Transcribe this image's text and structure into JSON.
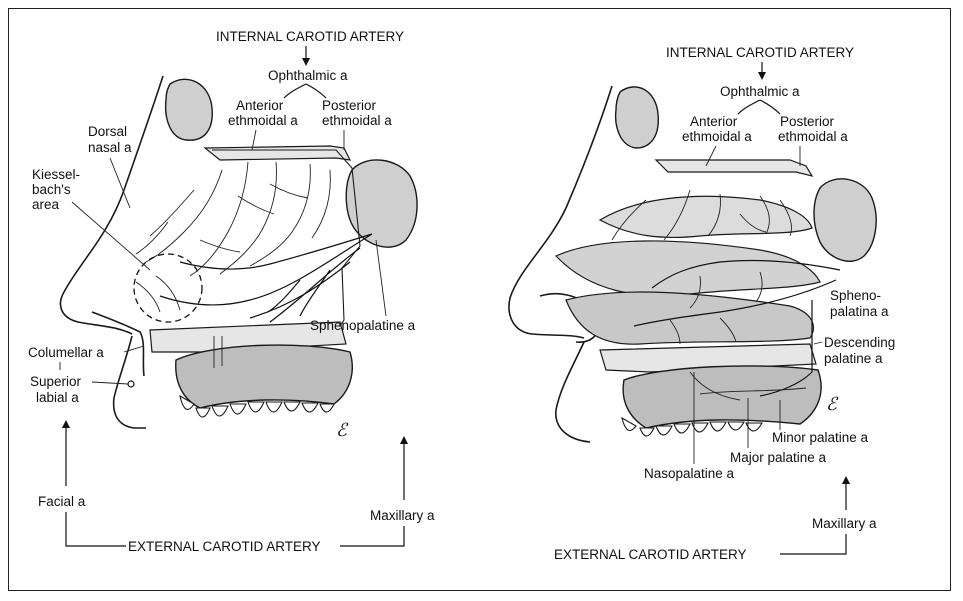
{
  "left_panel": {
    "internal_carotid": "INTERNAL CAROTID ARTERY",
    "ophthalmic": "Ophthalmic a",
    "anterior_ethmoidal_1": "Anterior",
    "anterior_ethmoidal_2": "ethmoidal a",
    "posterior_ethmoidal_1": "Posterior",
    "posterior_ethmoidal_2": "ethmoidal a",
    "dorsal_nasal_1": "Dorsal",
    "dorsal_nasal_2": "nasal a",
    "kiesselbach_1": "Kiessel-",
    "kiesselbach_2": "bach's",
    "kiesselbach_3": "area",
    "sphenopalatine": "Sphenopalatine a",
    "columellar": "Columellar a",
    "superior_labial_1": "Superior",
    "superior_labial_2": "labial a",
    "facial": "Facial a",
    "maxillary": "Maxillary a",
    "external_carotid": "EXTERNAL CAROTID ARTERY"
  },
  "right_panel": {
    "internal_carotid": "INTERNAL CAROTID ARTERY",
    "ophthalmic": "Ophthalmic a",
    "anterior_ethmoidal_1": "Anterior",
    "anterior_ethmoidal_2": "ethmoidal a",
    "posterior_ethmoidal_1": "Posterior",
    "posterior_ethmoidal_2": "ethmoidal a",
    "sphenopalatina_1": "Spheno-",
    "sphenopalatina_2": "palatina a",
    "descending_palatine_1": "Descending",
    "descending_palatine_2": "palatine a",
    "minor_palatine": "Minor palatine a",
    "major_palatine": "Major palatine a",
    "nasopalatine": "Nasopalatine a",
    "maxillary": "Maxillary a",
    "external_carotid": "EXTERNAL CAROTID ARTERY"
  },
  "artist_mark": "ℰ"
}
